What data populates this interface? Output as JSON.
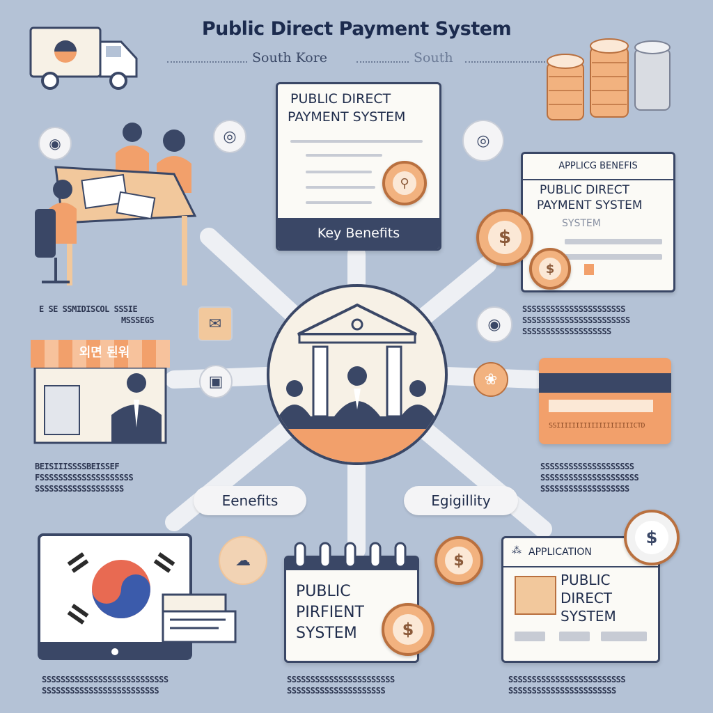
{
  "header": {
    "title": "Public Direct Payment System",
    "subtitle_left": "South Kore",
    "subtitle_right": "South"
  },
  "top_card": {
    "title_line1": "PUBLIC DIRECT",
    "title_line2": "PAYMENT SYSTEM",
    "footer": "Key Benefits"
  },
  "right_card": {
    "header": "APPLICG BENEFIS",
    "title_line1": "PUBLIC DIRECT",
    "title_line2": "PAYMENT SYSTEM",
    "subtitle": "SYSTEM"
  },
  "pills": {
    "left": "Eenefits",
    "right": "Egigillity"
  },
  "calendar_card": {
    "line1": "PUBLIC",
    "line2": "PIRFIENT",
    "line3": "SYSTEM"
  },
  "application_card": {
    "header": "APPLICATION",
    "line1": "PUBLIC",
    "line2": "DIRECT",
    "line3": "SYSTEM"
  },
  "store_sign": "외면 된워",
  "credit_card_text": "SSIIIIIIIIIIIIIIIIIIIICTD",
  "captions": {
    "left_mid": [
      "E SE SSMIDISCOL SSSIE",
      "MSSSEGS"
    ],
    "right_mid": [
      "SSSSSSSSSSSSSSSSSSSSSS",
      "SSSSSSSSSSSSSSSSSSSSSSS",
      "SSSSSSSSSSSSSSSSSSS"
    ],
    "left_low": [
      "BEISIIISSSSBEISSEF",
      "FSSSSSSSSSSSSSSSSSSSS",
      "SSSSSSSSSSSSSSSSSSS"
    ],
    "right_low": [
      "SSSSSSSSSSSSSSSSSSSS",
      "SSSSSSSSSSSSSSSSSSSSS",
      "SSSSSSSSSSSSSSSSSSS"
    ],
    "bottom_left": [
      "SSSSSSSSSSSSSSSSSSSSSSSSSSS",
      "SSSSSSSSSSSSSSSSSSSSSSSSS"
    ],
    "bottom_mid": [
      "SSSSSSSSSSSSSSSSSSSSSSS",
      "SSSSSSSSSSSSSSSSSSSSS"
    ],
    "bottom_right": [
      "SSSSSSSSSSSSSSSSSSSSSSSSS",
      "SSSSSSSSSSSSSSSSSSSSSSS"
    ]
  },
  "colors": {
    "background": "#b4c2d6",
    "navy": "#3a4766",
    "orange": "#f2a06b",
    "coin": "#f2b27f"
  }
}
